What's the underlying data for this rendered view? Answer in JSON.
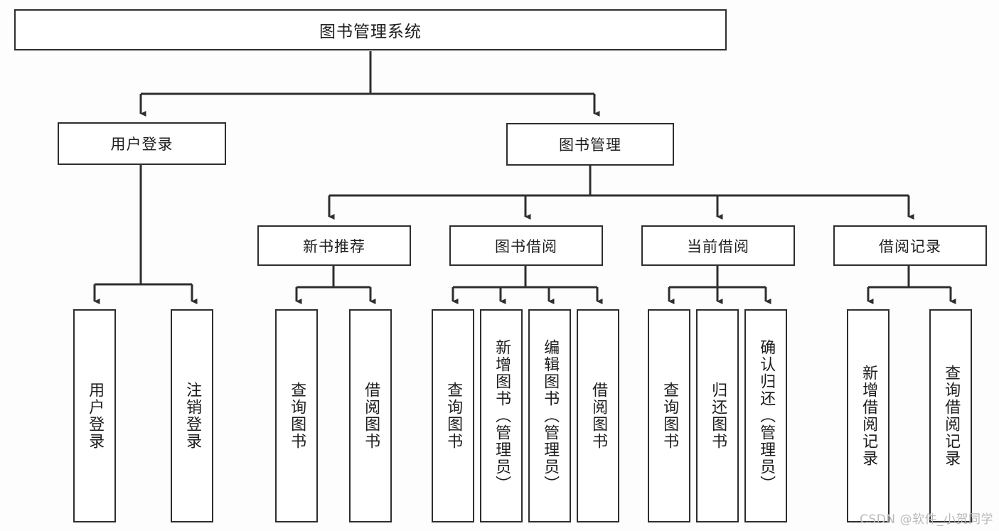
{
  "diagram": {
    "type": "tree-hierarchy",
    "title": "图书管理系统",
    "root": {
      "label": "图书管理系统"
    },
    "level2": [
      {
        "id": "user-login",
        "label": "用户登录"
      },
      {
        "id": "book-management",
        "label": "图书管理"
      }
    ],
    "level3": [
      {
        "id": "new-book-recommend",
        "label": "新书推荐",
        "parent": "book-management"
      },
      {
        "id": "book-borrow",
        "label": "图书借阅",
        "parent": "book-management"
      },
      {
        "id": "current-borrow",
        "label": "当前借阅",
        "parent": "book-management"
      },
      {
        "id": "borrow-record",
        "label": "借阅记录",
        "parent": "book-management"
      }
    ],
    "leaves": [
      {
        "id": "leaf-user-login",
        "label": "用户登录",
        "parent": "user-login"
      },
      {
        "id": "leaf-logout-login",
        "label": "注销登录",
        "parent": "user-login"
      },
      {
        "id": "leaf-query-book-1",
        "label": "查询图书",
        "parent": "new-book-recommend"
      },
      {
        "id": "leaf-borrow-book-1",
        "label": "借阅图书",
        "parent": "new-book-recommend"
      },
      {
        "id": "leaf-query-book-2",
        "label": "查询图书",
        "parent": "book-borrow"
      },
      {
        "id": "leaf-add-book",
        "label": "新增图书（管理员）",
        "parent": "book-borrow"
      },
      {
        "id": "leaf-edit-book",
        "label": "编辑图书（管理员）",
        "parent": "book-borrow"
      },
      {
        "id": "leaf-borrow-book-2",
        "label": "借阅图书",
        "parent": "book-borrow"
      },
      {
        "id": "leaf-query-book-3",
        "label": "查询图书",
        "parent": "current-borrow"
      },
      {
        "id": "leaf-return-book",
        "label": "归还图书",
        "parent": "current-borrow"
      },
      {
        "id": "leaf-confirm-return",
        "label": "确认归还（管理员）",
        "parent": "current-borrow"
      },
      {
        "id": "leaf-add-record",
        "label": "新增借阅记录",
        "parent": "borrow-record"
      },
      {
        "id": "leaf-query-record",
        "label": "查询借阅记录",
        "parent": "borrow-record"
      }
    ]
  },
  "watermark": {
    "text": "CSDN @软件_小贺同学"
  },
  "colors": {
    "stroke": "#2e2e2e",
    "node_fill": "#ffffff",
    "background": "#fdfdfd",
    "watermark": "#b9b9b9"
  }
}
